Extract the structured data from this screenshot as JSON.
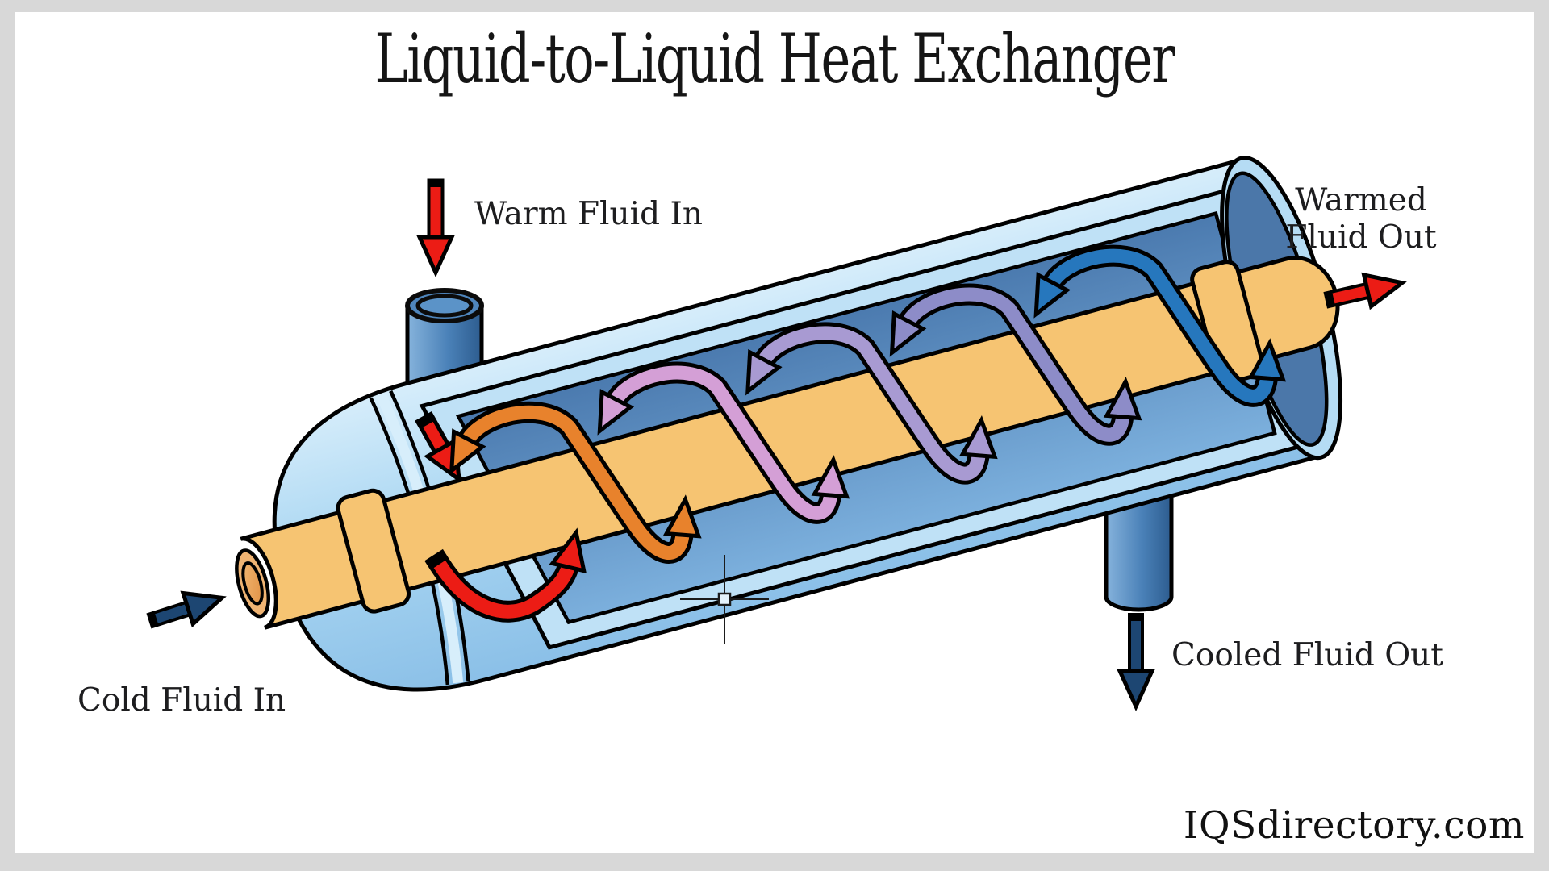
{
  "window": {
    "frame_color": "#d8d8d8",
    "canvas_color": "#ffffff"
  },
  "title": "Liquid-to-Liquid Heat Exchanger",
  "flow_labels": {
    "warm_in": "Warm Fluid In",
    "warmed_out": "Warmed Fluid Out",
    "cold_in": "Cold Fluid In",
    "cooled_out": "Cooled Fluid Out"
  },
  "watermark": "IQSdirectory.com",
  "diagram": {
    "subject": "Cutaway illustration of a liquid-to-liquid shell-and-tube heat exchanger with spiral flow arrows",
    "colors": {
      "shell_light_blue": "#a9d6f2",
      "shell_interior_blue": "#4a79ae",
      "inner_tube_yellow": "#f6c472",
      "tube_bore_orange": "#e89c52",
      "port_steel_blue": "#4a81b8",
      "hot_arrow_red": "#ec1c15",
      "spiral_orange": "#e8822c",
      "spiral_pink": "#d49fd6",
      "spiral_lilac": "#a89ad2",
      "spiral_purple": "#8d8cc8",
      "spiral_blue": "#2677bd",
      "cold_arrow_navy": "#1d4672",
      "outline_black": "#000000"
    },
    "spiral_color_sequence": [
      "red",
      "orange",
      "pink",
      "lilac",
      "purple",
      "blue"
    ]
  },
  "cursor": {
    "type": "crosshair"
  }
}
